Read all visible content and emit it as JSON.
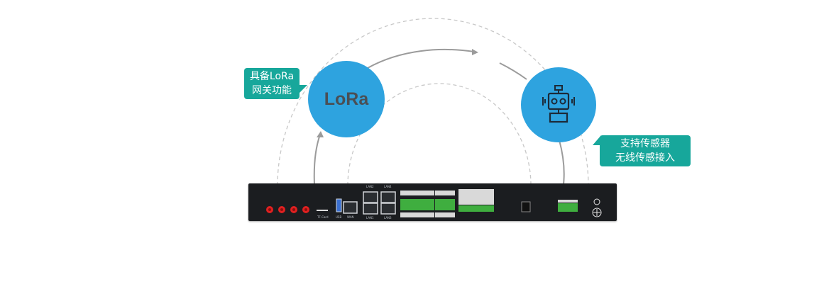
{
  "lora_node": {
    "label": "LoRa"
  },
  "callout_left": {
    "line1": "具备LoRa",
    "line2": "网关功能"
  },
  "callout_right": {
    "line1": "支持传感器",
    "line2": "无线传感接入"
  },
  "colors": {
    "node_fill": "#2ea3df",
    "callout_fill": "#17a79b",
    "arc_solid": "#9b9b9b",
    "arc_dashed": "#c8c8c8",
    "device_body": "#1b1d20",
    "antenna_port": "#e02020",
    "terminal_block": "#3fae3f"
  },
  "icons": {
    "sensor_node": "robot-sensor-icon",
    "antennas": "antenna-port-icon",
    "ground": "ground-symbol-icon"
  },
  "device_port_labels": {
    "tf_card": "TF-Card",
    "usb": "USB",
    "wan": "WAN",
    "lan1": "LAN1",
    "lan2": "LAN2",
    "lan3": "LAN3",
    "lan4": "LAN4"
  }
}
